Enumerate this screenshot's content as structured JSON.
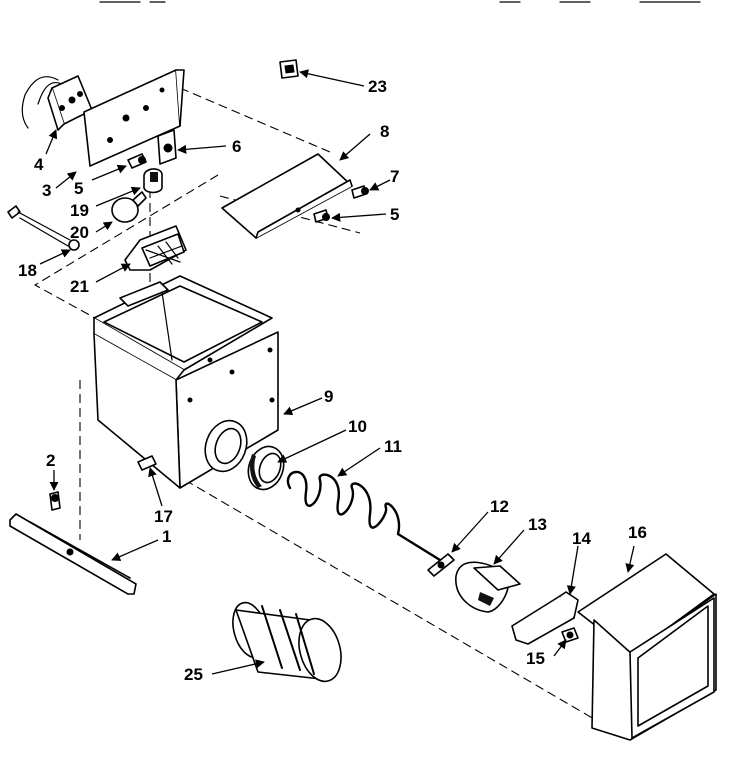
{
  "callouts": [
    {
      "id": "c23a",
      "text": "23"
    },
    {
      "id": "c8",
      "text": "8"
    },
    {
      "id": "c6",
      "text": "6"
    },
    {
      "id": "c7",
      "text": "7"
    },
    {
      "id": "c5a",
      "text": "5"
    },
    {
      "id": "c5b",
      "text": "5"
    },
    {
      "id": "c4",
      "text": "4"
    },
    {
      "id": "c3",
      "text": "3"
    },
    {
      "id": "c19",
      "text": "19"
    },
    {
      "id": "c20",
      "text": "20"
    },
    {
      "id": "c18",
      "text": "18"
    },
    {
      "id": "c21",
      "text": "21"
    },
    {
      "id": "c9",
      "text": "9"
    },
    {
      "id": "c10",
      "text": "10"
    },
    {
      "id": "c11",
      "text": "11"
    },
    {
      "id": "c2",
      "text": "2"
    },
    {
      "id": "c17",
      "text": "17"
    },
    {
      "id": "c1",
      "text": "1"
    },
    {
      "id": "c12",
      "text": "12"
    },
    {
      "id": "c13",
      "text": "13"
    },
    {
      "id": "c14",
      "text": "14"
    },
    {
      "id": "c16",
      "text": "16"
    },
    {
      "id": "c15",
      "text": "15"
    },
    {
      "id": "c25",
      "text": "25"
    }
  ]
}
